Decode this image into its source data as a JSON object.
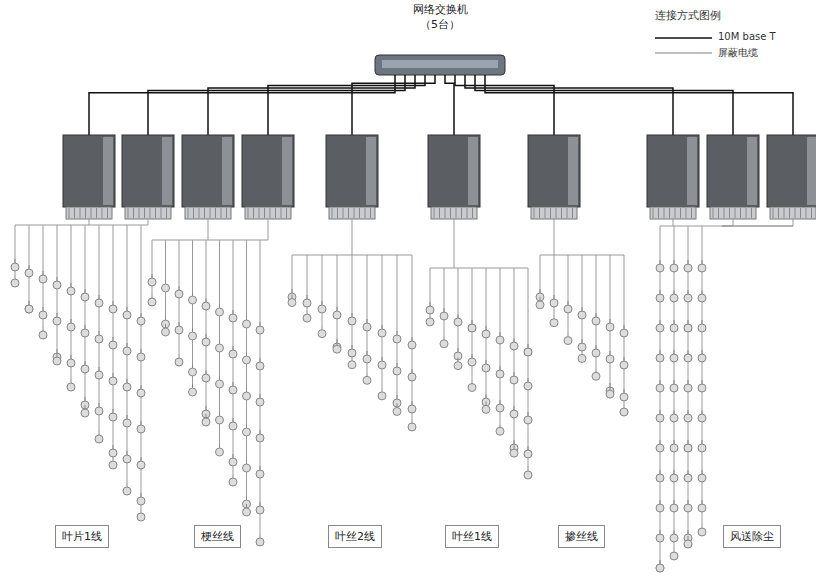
{
  "diagram": {
    "nodes": [
      {
        "text": [
          "网络交换机",
          "（5台）"
        ]
      },
      {
        "text": [
          "叶片1线"
        ]
      },
      {
        "text": [
          "梗丝线"
        ]
      },
      {
        "text": [
          "叶丝2线"
        ]
      },
      {
        "text": [
          "叶丝1线"
        ]
      },
      {
        "text": [
          "掺丝线"
        ]
      },
      {
        "text": [
          "风送除尘"
        ]
      }
    ],
    "labels": [
      "连接方式图例"
    ],
    "legend": [
      {
        "text": "10M base T"
      },
      {
        "text": "屏蔽电缆"
      }
    ]
  }
}
